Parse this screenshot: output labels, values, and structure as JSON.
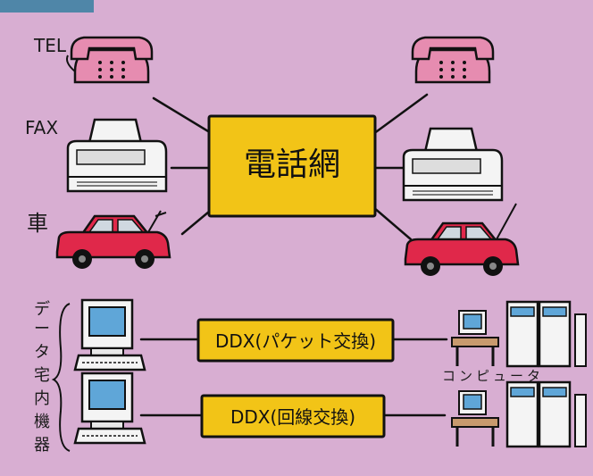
{
  "diagram": {
    "labels": {
      "tel": "TEL",
      "fax": "FAX",
      "car": "車",
      "data_terminal": [
        "デ",
        "ー",
        "タ",
        "宅",
        "内",
        "機",
        "器"
      ],
      "computer": "コンピュータ"
    },
    "networks": {
      "telephone": "電話網",
      "ddx_packet": "DDX(パケット交換)",
      "ddx_circuit": "DDX(回線交換)"
    },
    "colors": {
      "background": "#d8aed2",
      "box": "#f2c417",
      "phone": "#e68cb0",
      "car": "#e0284a",
      "screen": "#5fa6d8",
      "corner_tab": "#4f86a8"
    }
  }
}
